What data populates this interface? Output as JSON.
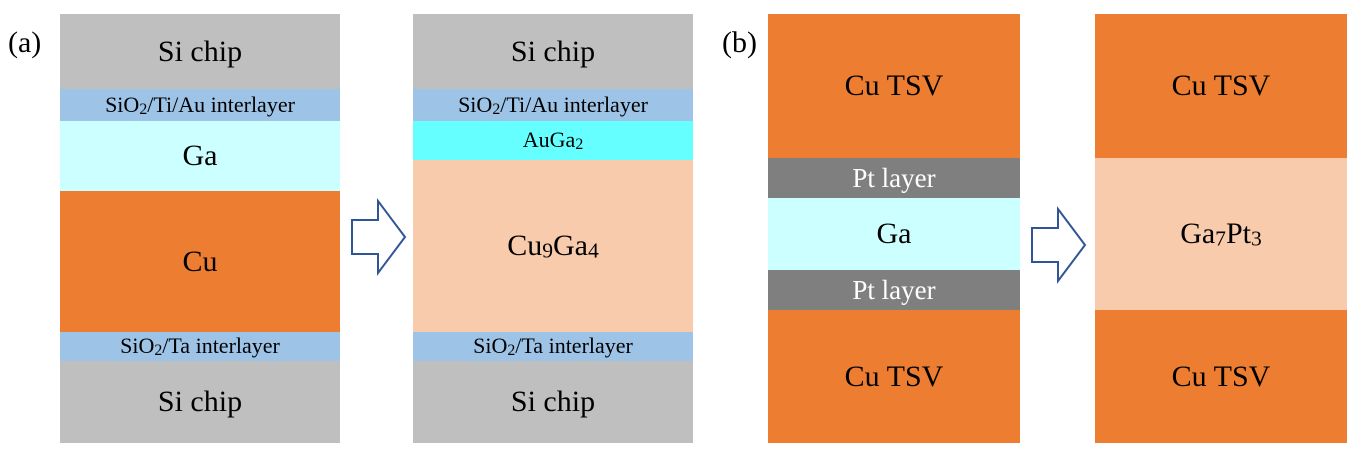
{
  "panel_a": {
    "label": "(a)",
    "before": {
      "layers": [
        {
          "text": "Si chip",
          "color": "#bfbfbf"
        },
        {
          "text": "SiO2/Ti/Au interlayer",
          "color": "#9dc3e6"
        },
        {
          "text": "Ga",
          "color": "#ccffff"
        },
        {
          "text": "Cu",
          "color": "#ed7d31"
        },
        {
          "text": "SiO2/Ta interlayer",
          "color": "#9dc3e6"
        },
        {
          "text": "Si chip",
          "color": "#bfbfbf"
        }
      ]
    },
    "after": {
      "layers": [
        {
          "text": "Si chip",
          "color": "#bfbfbf"
        },
        {
          "text": "SiO2/Ti/Au interlayer",
          "color": "#9dc3e6"
        },
        {
          "text": "AuGa2",
          "color": "#66ffff"
        },
        {
          "text": "Cu9Ga4",
          "color": "#f8cbad"
        },
        {
          "text": "SiO2/Ta interlayer",
          "color": "#9dc3e6"
        },
        {
          "text": "Si chip",
          "color": "#bfbfbf"
        }
      ]
    }
  },
  "panel_b": {
    "label": "(b)",
    "before": {
      "layers": [
        {
          "text": "Cu TSV",
          "color": "#ed7d31"
        },
        {
          "text": "Pt layer",
          "color": "#7f7f7f"
        },
        {
          "text": "Ga",
          "color": "#ccffff"
        },
        {
          "text": "Pt layer",
          "color": "#7f7f7f"
        },
        {
          "text": "Cu TSV",
          "color": "#ed7d31"
        }
      ]
    },
    "after": {
      "layers": [
        {
          "text": "Cu TSV",
          "color": "#ed7d31"
        },
        {
          "text": "Ga7Pt3",
          "color": "#f8cbad"
        },
        {
          "text": "Cu TSV",
          "color": "#ed7d31"
        }
      ]
    }
  },
  "arrow_color": "#2f5597"
}
